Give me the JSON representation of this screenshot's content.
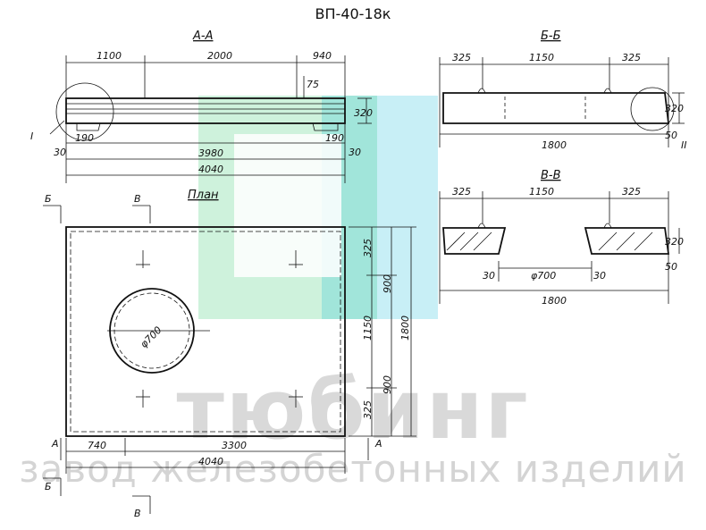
{
  "title": "ВП-40-18к",
  "watermark": {
    "main": "тюбинг",
    "sub": "завод железобетонных изделий",
    "colors": [
      "#22c55e",
      "#06b6d4",
      "#a3a3a3"
    ]
  },
  "section_aa": {
    "label": "А-А",
    "top_dims": [
      "1100",
      "2000",
      "940"
    ],
    "side_dims": [
      "75",
      "320"
    ],
    "bottom_dims": [
      "190",
      "190",
      "30",
      "30",
      "3980",
      "4040"
    ],
    "detail_label": "I"
  },
  "section_bb": {
    "label": "Б-Б",
    "top_dims": [
      "325",
      "1150",
      "325"
    ],
    "side_dims": [
      "320",
      "50"
    ],
    "detail_label": "II",
    "bottom_dim": "1800"
  },
  "section_vv": {
    "label": "В-В",
    "top_dims": [
      "325",
      "1150",
      "325"
    ],
    "side_dims": [
      "320",
      "50"
    ],
    "bottom_dims": [
      "30",
      "φ700",
      "30",
      "1800"
    ]
  },
  "plan": {
    "label": "План",
    "hole_label": "φ700",
    "right_dims": [
      "325",
      "900",
      "1150",
      "900",
      "325",
      "1800"
    ],
    "bottom_dims": [
      "740",
      "3300",
      "4040"
    ],
    "cut_marks": [
      "Б",
      "В",
      "А",
      "А",
      "Б",
      "В"
    ]
  }
}
